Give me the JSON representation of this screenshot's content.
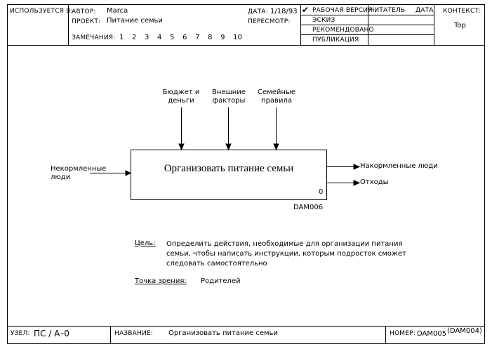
{
  "header": {
    "used_at_label": "ИСПОЛЬЗУЕТСЯ В:",
    "author_label": "АВТОР:",
    "author": "Marca",
    "project_label": "ПРОЕКТ:",
    "project": "Питание семьи",
    "date_label": "ДАТА:",
    "date": "1/18/93",
    "rev_label": "ПЕРЕСМОТР:",
    "notes_label": "ЗАМЕЧАНИЯ:",
    "notes": [
      "1",
      "2",
      "3",
      "4",
      "5",
      "6",
      "7",
      "8",
      "9",
      "10"
    ],
    "check_mark": "✔",
    "status_items": [
      "РАБОЧАЯ ВЕРСИЯ",
      "ЭСКИЗ",
      "РЕКОМЕНДОВАНО",
      "ПУБЛИКАЦИЯ"
    ],
    "reader_label": "ЧИТАТЕЛЬ",
    "reader_date_label": "ДАТА",
    "context_label": "КОНТЕКСТ:",
    "context_value": "Top"
  },
  "diagram": {
    "activity_name": "Организовать питание семьи",
    "activity_number": "0",
    "activity_ref": "DAM006",
    "controls": [
      "Бюджет и деньги",
      "Внешние факторы",
      "Семейные правила"
    ],
    "inputs": [
      "Некормленные люди"
    ],
    "outputs": [
      "Накормленные люди",
      "Отходы"
    ]
  },
  "purpose": {
    "label": "Цель:",
    "text": "Определить действия, необходимые для организации питания семьи, чтобы написать инструкции, которым подросток сможет следовать самостоятельно",
    "viewpoint_label": "Точка зрения:",
    "viewpoint": "Родителей"
  },
  "footer": {
    "node_label": "УЗЕЛ:",
    "node": "ПС / А–0",
    "title_label": "НАЗВАНИЕ:",
    "title": "Организовать питание семьи",
    "number_label": "НОМЕР:",
    "number": "DAM005",
    "number_alt": "(DAM004)"
  }
}
